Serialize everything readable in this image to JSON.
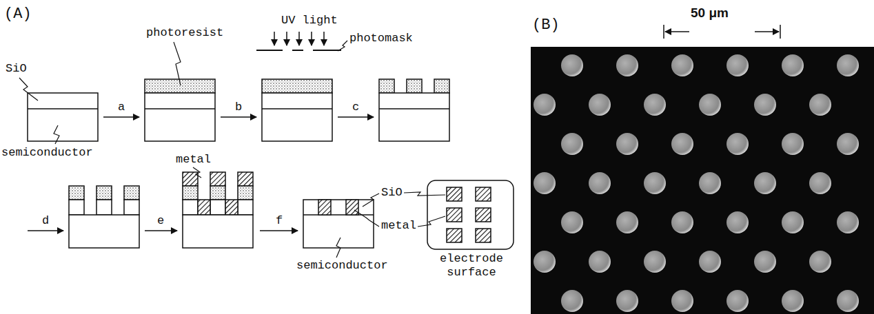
{
  "diagram": {
    "labels": [
      "(A)",
      "photoresist",
      "UV light",
      "photomask",
      "(B)",
      "50 μm",
      "SiO",
      "a",
      "b",
      "c",
      "semiconductor",
      "metal",
      "d",
      "e",
      "f",
      "SiO",
      "metal",
      "semiconductor",
      "electrode surface"
    ]
  }
}
